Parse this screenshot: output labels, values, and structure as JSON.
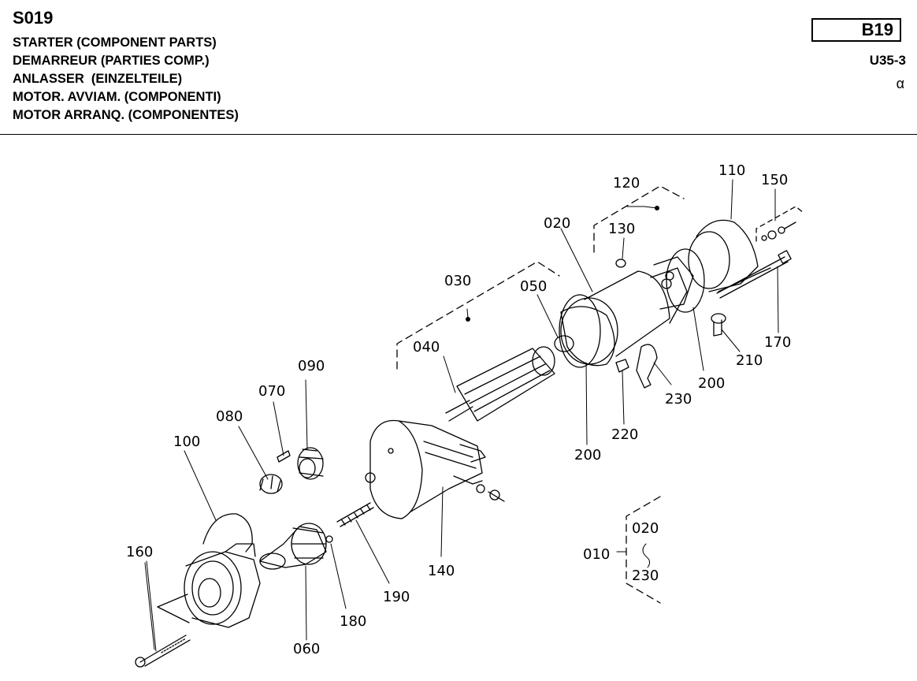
{
  "header": {
    "code": "S019",
    "titles": [
      "STARTER (COMPONENT PARTS)",
      "DEMARREUR (PARTIES COMP.)",
      "ANLASSER  (EINZELTEILE)",
      "MOTOR. AVVIAM. (COMPONENTI)",
      "MOTOR ARRANQ. (COMPONENTES)"
    ],
    "page_ref": "B19",
    "model": "U35-3",
    "symbol": "α"
  },
  "diagram": {
    "labels": {
      "p020": "020",
      "p030": "030",
      "p040": "040",
      "p050": "050",
      "p060": "060",
      "p070": "070",
      "p080": "080",
      "p090": "090",
      "p100": "100",
      "p110": "110",
      "p120": "120",
      "p130": "130",
      "p140": "140",
      "p150": "150",
      "p160": "160",
      "p170": "170",
      "p180": "180",
      "p190": "190",
      "p200a": "200",
      "p200b": "200",
      "p210": "210",
      "p220": "220",
      "p230": "230"
    },
    "assembly": {
      "label": "010",
      "from": "020",
      "range_symbol": "~",
      "to": "230"
    }
  }
}
